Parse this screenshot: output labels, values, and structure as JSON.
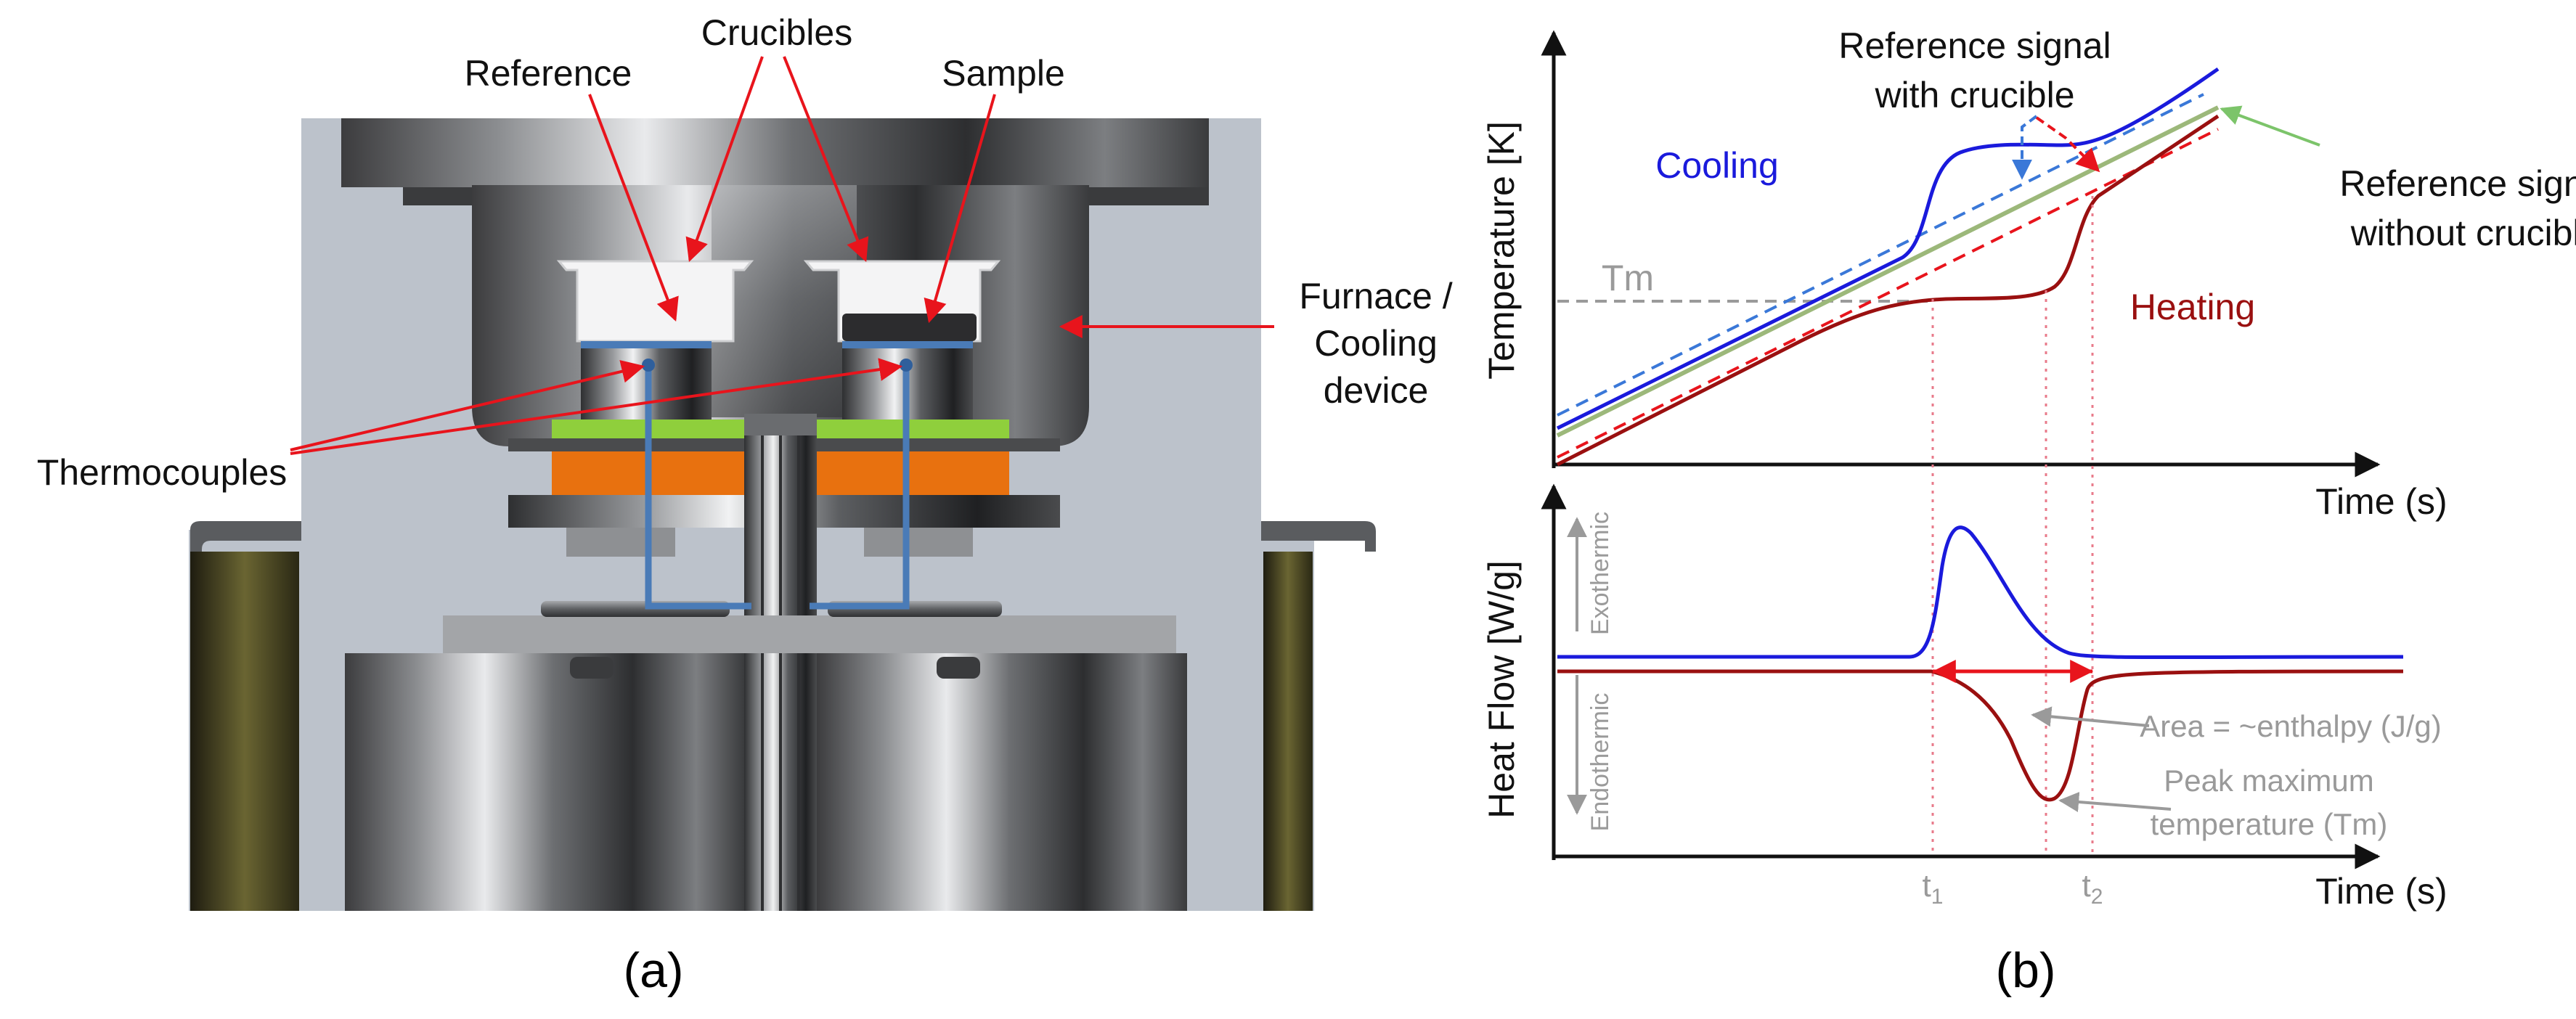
{
  "panel_a": {
    "caption": "(a)",
    "labels": {
      "crucibles": "Crucibles",
      "reference": "Reference",
      "sample": "Sample",
      "furnace_line1": "Furnace /",
      "furnace_line2": "Cooling",
      "furnace_line3": "device",
      "thermocouples": "Thermocouples"
    },
    "colors": {
      "annotation": "#e8141c",
      "thermocouple_wire": "#4a7bb7",
      "holder": "#e8710f",
      "gasket": "#8fcf3c",
      "housing": "#bcc2cb"
    }
  },
  "panel_b": {
    "caption": "(b)",
    "top_plot": {
      "ylabel": "Temperature [K]",
      "xlabel": "Time (s)",
      "cooling_label": "Cooling",
      "heating_label": "Heating",
      "tm_label": "Tm",
      "ref_with_line1": "Reference signal",
      "ref_with_line2": "with crucible",
      "ref_without_line1": "Reference signal",
      "ref_without_line2": "without crucible"
    },
    "bottom_plot": {
      "ylabel": "Heat Flow [W/g]",
      "xlabel": "Time (s)",
      "exothermic": "Exothermic",
      "endothermic": "Endothermic",
      "area_label": "Area = ~enthalpy (J/g)",
      "peak_line1": "Peak maximum",
      "peak_line2": "temperature (Tm)",
      "t1": "t",
      "t1_sub": "1",
      "t2": "t",
      "t2_sub": "2"
    },
    "colors": {
      "cooling": "#1a1adc",
      "heating": "#9a1010",
      "reference_with_cooling": "#3a78d8",
      "reference_with_heating": "#e8141c",
      "reference_without": "#9cb87a",
      "annotation_green": "#7cc46a",
      "gray": "#9a9a9a",
      "guide": "#e87a8a"
    }
  }
}
